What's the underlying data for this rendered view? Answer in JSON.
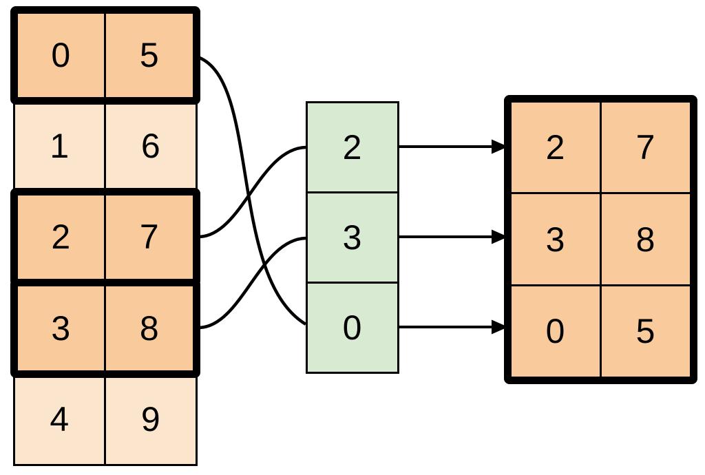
{
  "colors": {
    "highlight-fill": "#f9cb9c",
    "muted-fill": "#fce5cd",
    "index-fill": "#d9ead3",
    "line-color": "#000000",
    "background": "#ffffff"
  },
  "left_table": {
    "rows": [
      {
        "cells": [
          "0",
          "5"
        ],
        "highlighted": true
      },
      {
        "cells": [
          "1",
          "6"
        ],
        "highlighted": false
      },
      {
        "cells": [
          "2",
          "7"
        ],
        "highlighted": true
      },
      {
        "cells": [
          "3",
          "8"
        ],
        "highlighted": true
      },
      {
        "cells": [
          "4",
          "9"
        ],
        "highlighted": false
      }
    ]
  },
  "index_column": {
    "values": [
      "2",
      "3",
      "0"
    ]
  },
  "result_table": {
    "rows": [
      {
        "cells": [
          "2",
          "7"
        ]
      },
      {
        "cells": [
          "3",
          "8"
        ]
      },
      {
        "cells": [
          "0",
          "5"
        ]
      }
    ]
  },
  "connections": {
    "left_to_index": [
      {
        "from_left_row": 0,
        "to_index_cell": 2
      },
      {
        "from_left_row": 2,
        "to_index_cell": 0
      },
      {
        "from_left_row": 3,
        "to_index_cell": 1
      }
    ],
    "index_to_result": [
      {
        "from_index_cell": 0,
        "to_result_row": 0
      },
      {
        "from_index_cell": 1,
        "to_result_row": 1
      },
      {
        "from_index_cell": 2,
        "to_result_row": 2
      }
    ]
  }
}
